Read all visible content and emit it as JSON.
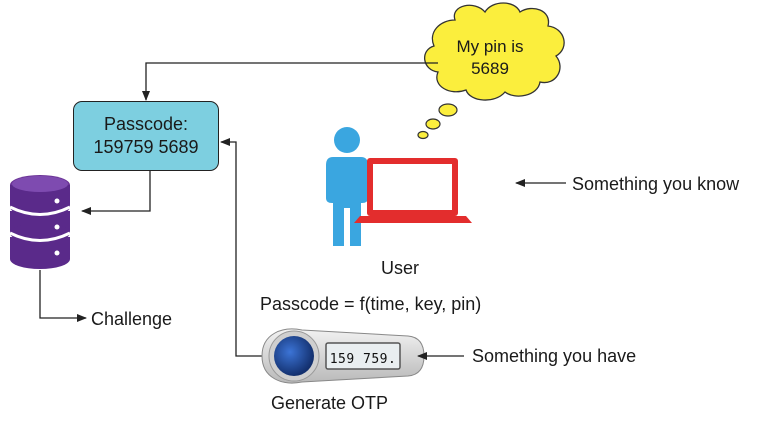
{
  "cloud": {
    "line1": "My pin is",
    "line2": "5689"
  },
  "passcode_box": {
    "line1": "Passcode:",
    "line2": "159759 5689"
  },
  "user": {
    "label": "User"
  },
  "something_you_know": "Something you know",
  "something_you_have": "Something you have",
  "formula": "Passcode = f(time, key, pin)",
  "otp_display": "159 759.",
  "generate_label": "Generate OTP",
  "challenge_label": "Challenge",
  "colors": {
    "cloud_fill": "#fbee3d",
    "passcode_fill": "#7dcfe0",
    "database": "#5a2a8a",
    "person": "#3aa6e0",
    "laptop": "#e32d2d",
    "token_button": "#1f4fa0"
  }
}
